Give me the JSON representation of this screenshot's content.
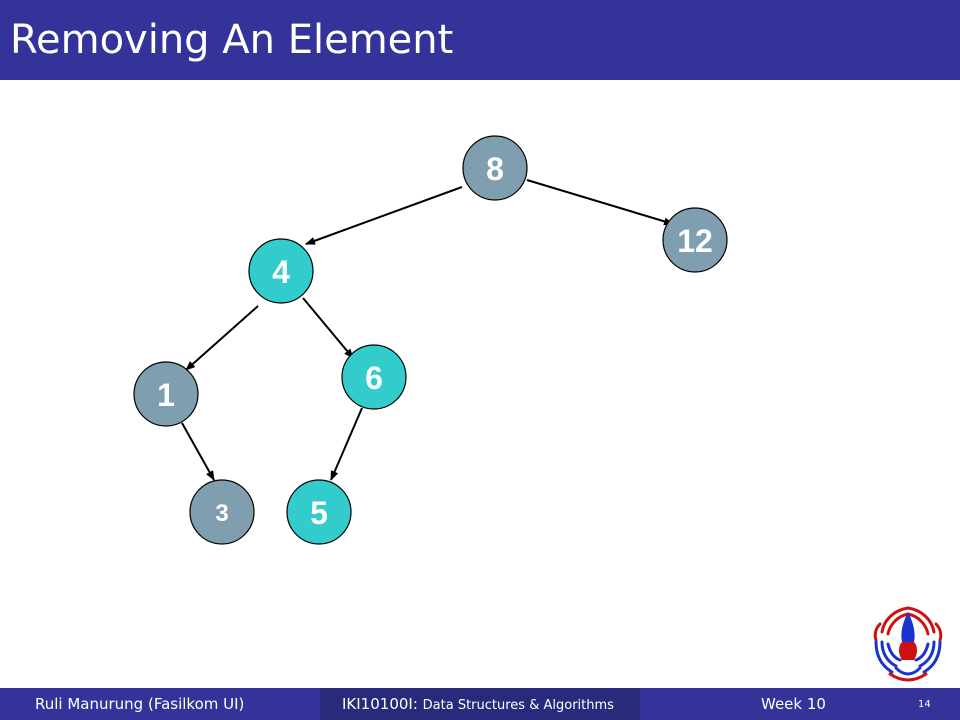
{
  "slide": {
    "title": "Removing An Element",
    "footer": {
      "author": "Ruli Manurung (Fasilkom UI)",
      "course_code": "IKI10100I: ",
      "course_name": "Data Structures & Algorithms",
      "week": "Week 10",
      "page": "14"
    }
  },
  "diagram": {
    "type": "binary-search-tree",
    "colors": {
      "gray_node": "#7f9fb0",
      "teal_node": "#33cccc",
      "edge": "#000000",
      "brand": "#333399"
    },
    "nodes": [
      {
        "id": "n8",
        "label": "8",
        "color": "gray"
      },
      {
        "id": "n12",
        "label": "12",
        "color": "gray"
      },
      {
        "id": "n4",
        "label": "4",
        "color": "teal"
      },
      {
        "id": "n6",
        "label": "6",
        "color": "teal"
      },
      {
        "id": "n1",
        "label": "1",
        "color": "gray"
      },
      {
        "id": "n3",
        "label": "3",
        "color": "gray"
      },
      {
        "id": "n5",
        "label": "5",
        "color": "teal"
      }
    ],
    "edges": [
      {
        "from": "8",
        "to": "4"
      },
      {
        "from": "8",
        "to": "12"
      },
      {
        "from": "4",
        "to": "1"
      },
      {
        "from": "4",
        "to": "6"
      },
      {
        "from": "1",
        "to": "3"
      },
      {
        "from": "6",
        "to": "5"
      }
    ],
    "logo_icon": "university-of-indonesia-logo-icon"
  }
}
